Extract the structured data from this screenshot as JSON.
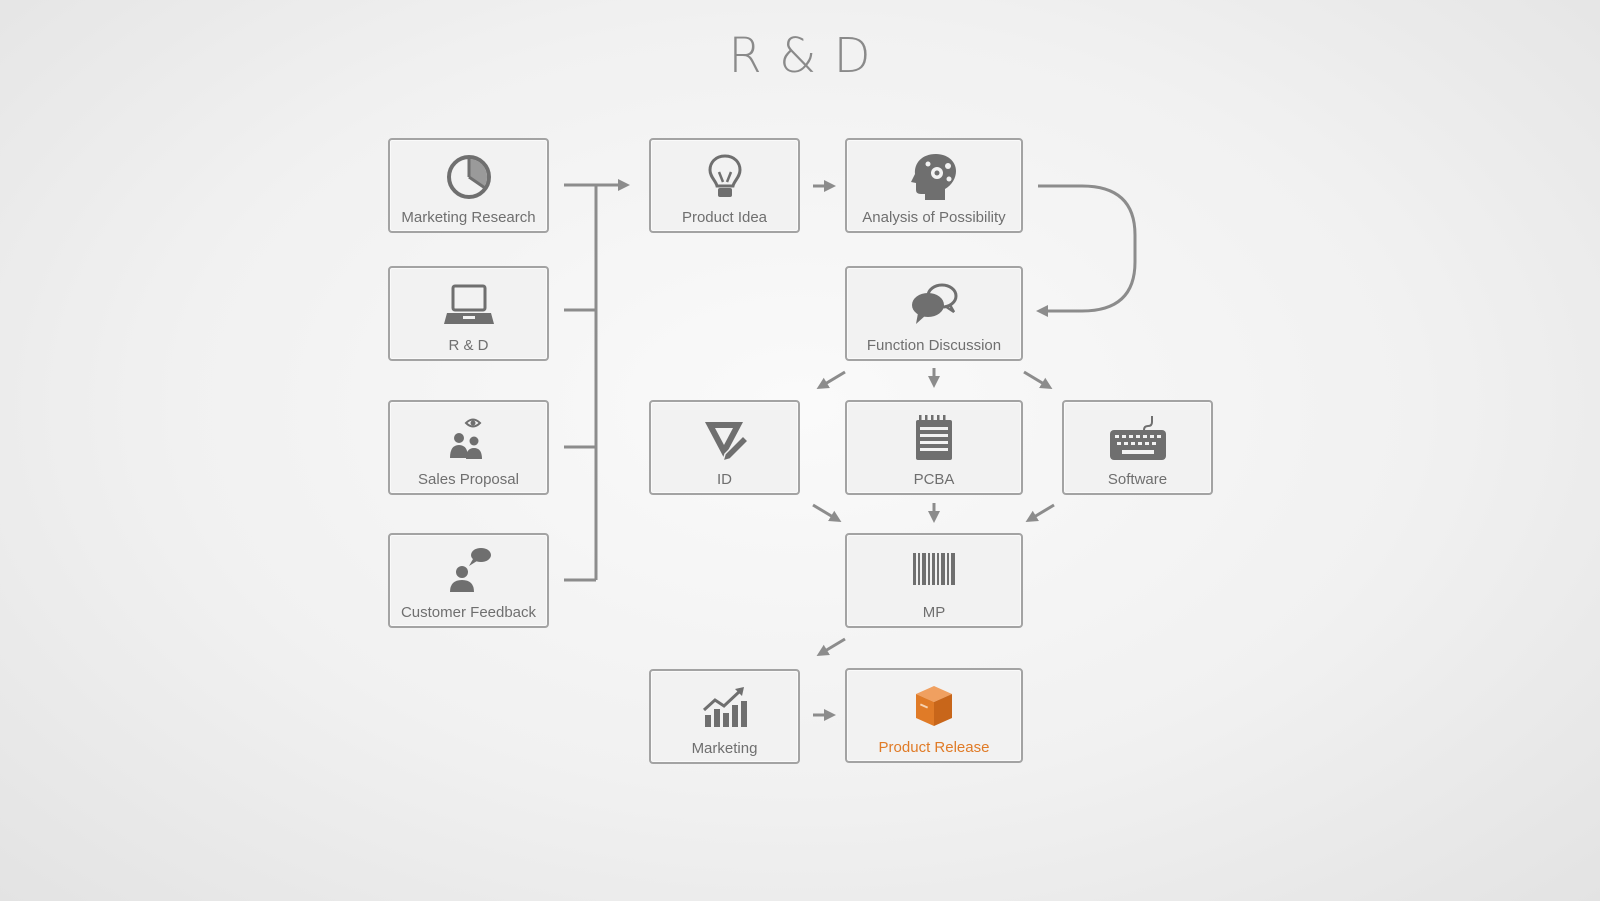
{
  "title": "R & D",
  "colors": {
    "line": "#8c8c8c",
    "box_border": "#a3a3a3",
    "text": "#6f6f6f",
    "accent": "#e07b27"
  },
  "nodes": {
    "marketing_research": {
      "label": "Marketing Research",
      "icon": "pie-chart-icon"
    },
    "rnd": {
      "label": "R & D",
      "icon": "laptop-icon"
    },
    "sales_proposal": {
      "label": "Sales Proposal",
      "icon": "people-eye-icon"
    },
    "customer_feedback": {
      "label": "Customer Feedback",
      "icon": "person-speech-icon"
    },
    "product_idea": {
      "label": "Product Idea",
      "icon": "lightbulb-icon"
    },
    "analysis_of_possibility": {
      "label": "Analysis of Possibility",
      "icon": "head-gears-icon"
    },
    "function_discussion": {
      "label": "Function Discussion",
      "icon": "chat-bubbles-icon"
    },
    "id": {
      "label": "ID",
      "icon": "triangle-ruler-pencil-icon"
    },
    "pcba": {
      "label": "PCBA",
      "icon": "notepad-icon"
    },
    "software": {
      "label": "Software",
      "icon": "keyboard-icon"
    },
    "mp": {
      "label": "MP",
      "icon": "barcode-icon"
    },
    "marketing": {
      "label": "Marketing",
      "icon": "growth-chart-icon"
    },
    "product_release": {
      "label": "Product Release",
      "icon": "package-box-icon"
    }
  }
}
